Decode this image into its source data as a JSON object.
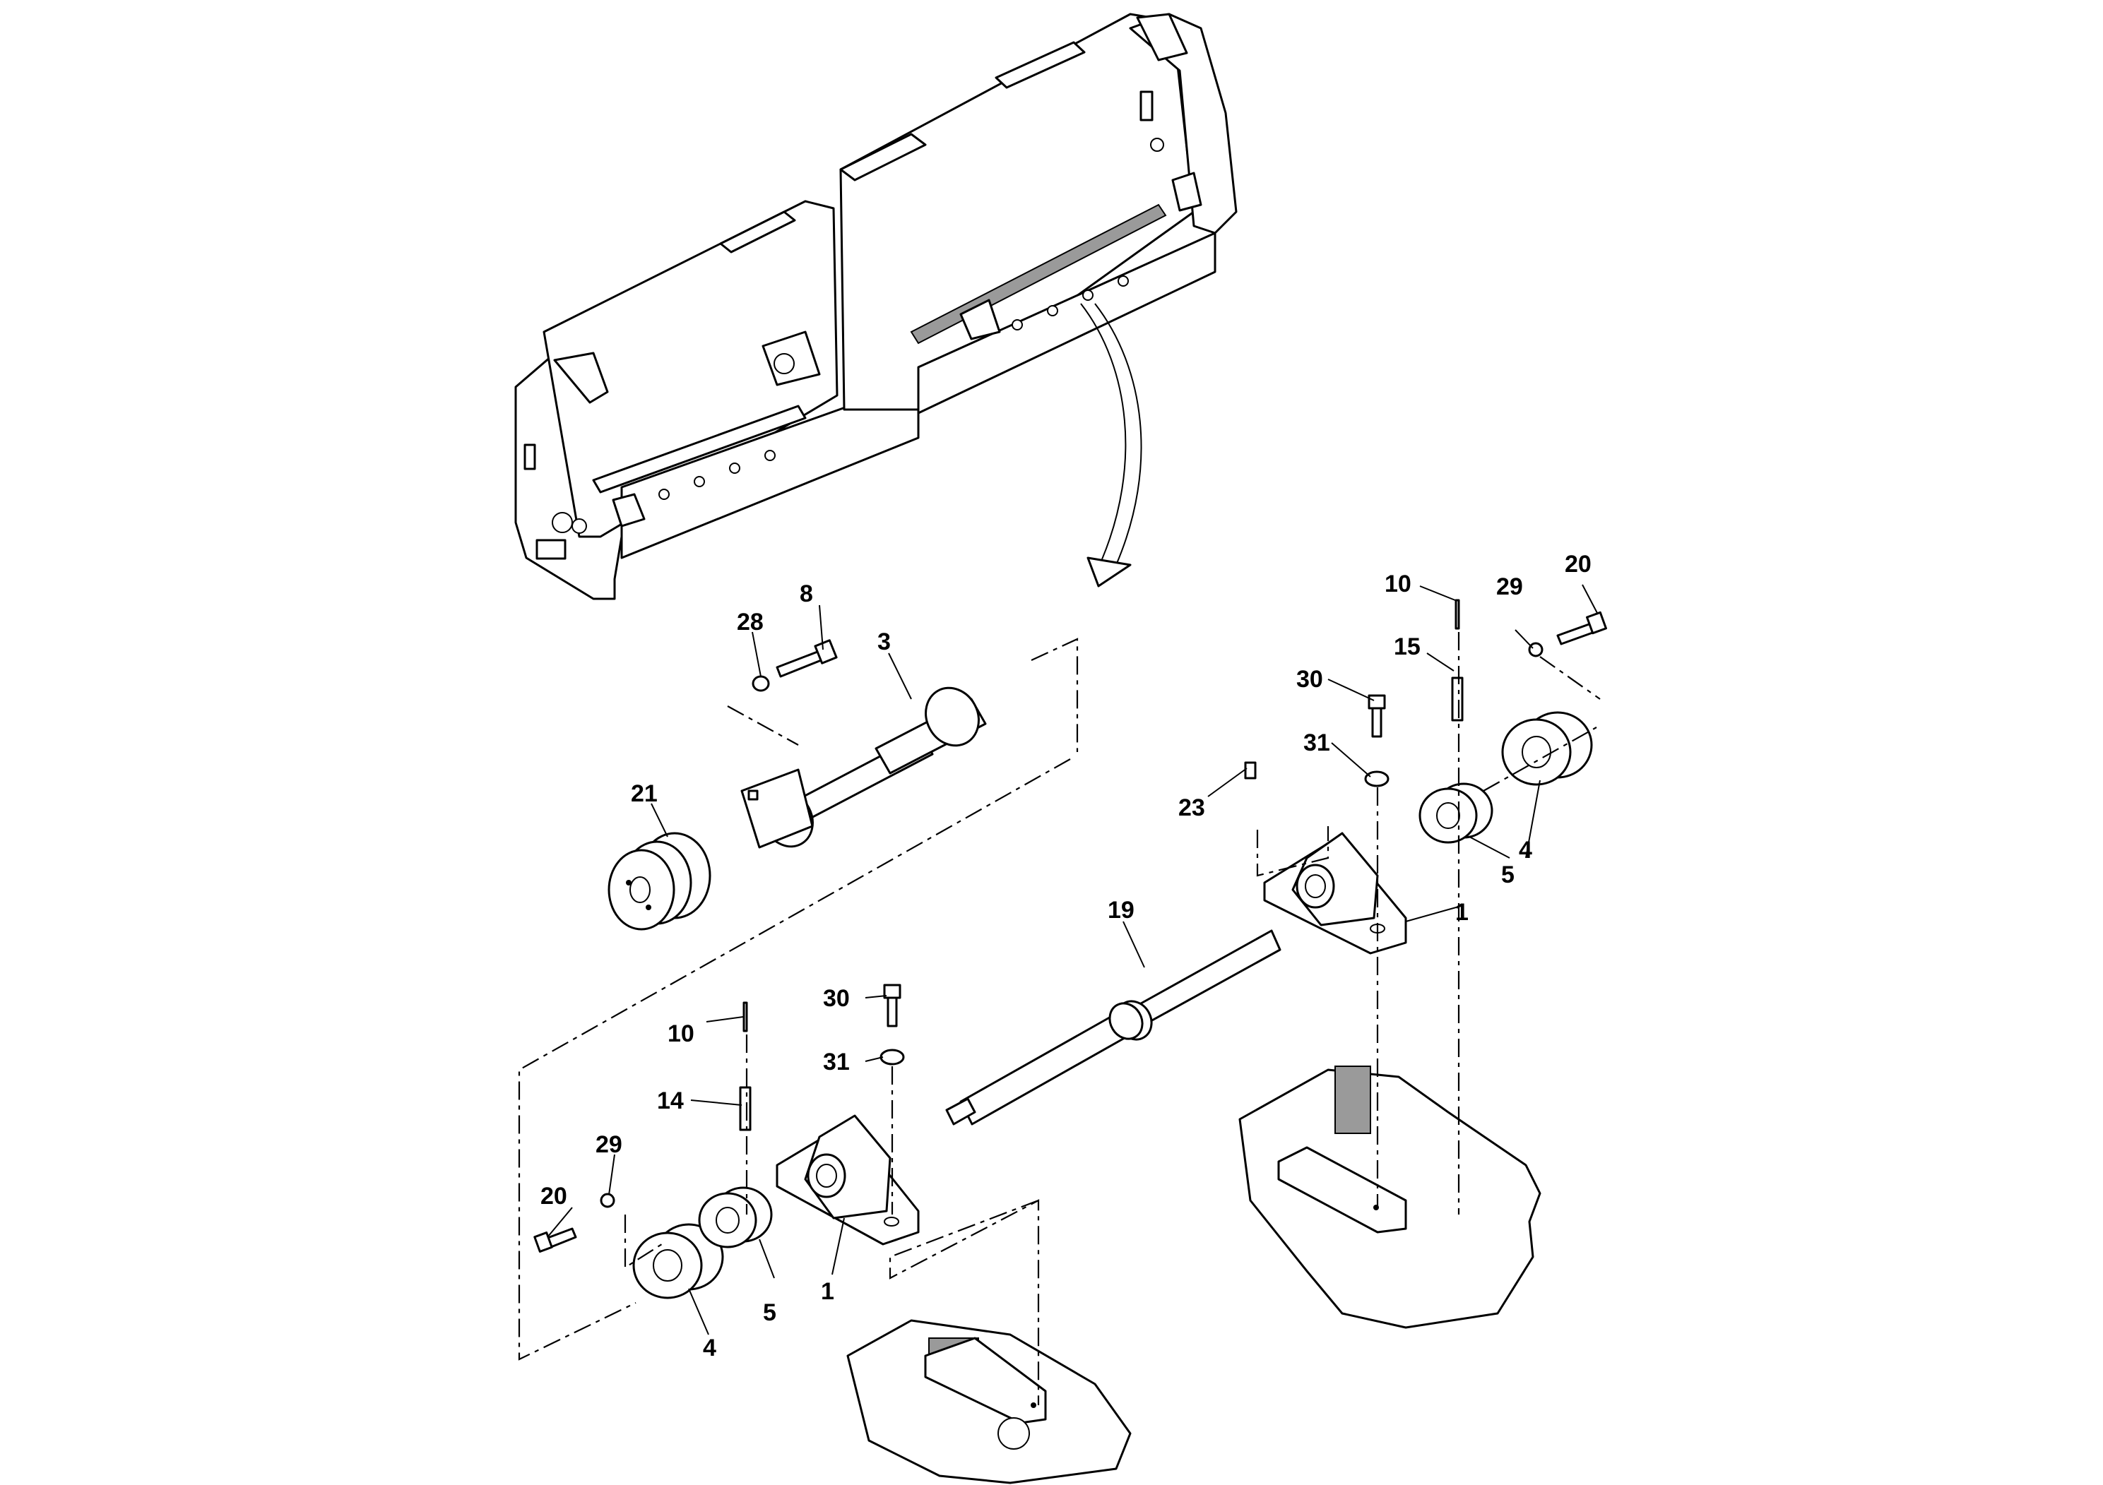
{
  "diagram": {
    "callouts": [
      "1",
      "1",
      "3",
      "4",
      "4",
      "5",
      "5",
      "8",
      "10",
      "10",
      "14",
      "15",
      "19",
      "20",
      "20",
      "21",
      "23",
      "28",
      "29",
      "29",
      "30",
      "30",
      "31",
      "31"
    ],
    "line_color": "#000000",
    "background": "#ffffff"
  }
}
